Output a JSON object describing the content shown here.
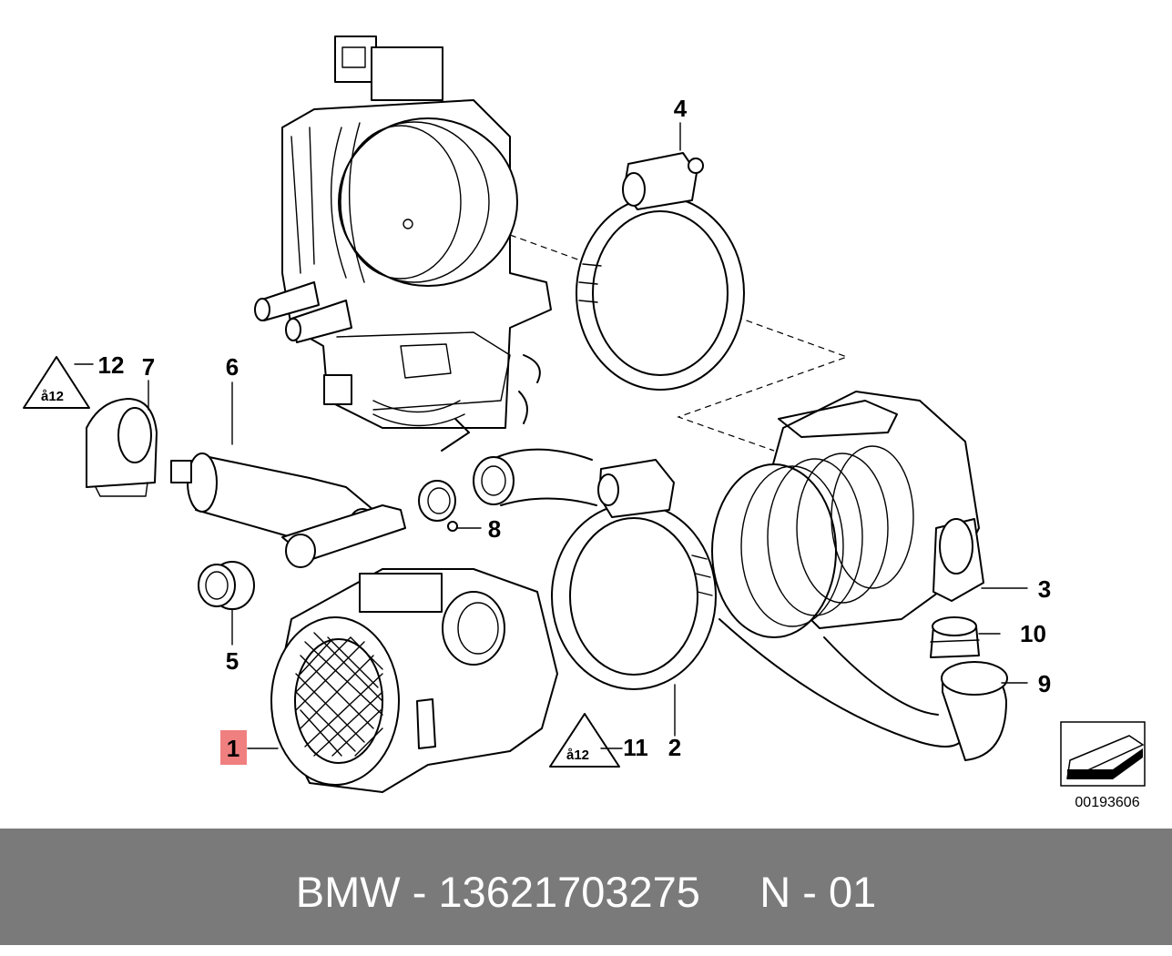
{
  "diagram": {
    "parts": [
      {
        "id": "p1",
        "label": "1",
        "highlighted": true
      },
      {
        "id": "p2",
        "label": "2"
      },
      {
        "id": "p3",
        "label": "3"
      },
      {
        "id": "p4",
        "label": "4"
      },
      {
        "id": "p5",
        "label": "5"
      },
      {
        "id": "p6",
        "label": "6"
      },
      {
        "id": "p7",
        "label": "7"
      },
      {
        "id": "p8",
        "label": "8"
      },
      {
        "id": "p9",
        "label": "9"
      },
      {
        "id": "p10",
        "label": "10"
      },
      {
        "id": "p11",
        "label": "11"
      },
      {
        "id": "p12",
        "label": "12"
      }
    ],
    "hazard_symbol_text": "å12",
    "reference_number": "00193606",
    "highlight_color": "#f08080"
  },
  "footer": {
    "caption": "BMW - 13621703275     N - 01",
    "background": "#7a7a7a",
    "text_color": "#ffffff"
  }
}
